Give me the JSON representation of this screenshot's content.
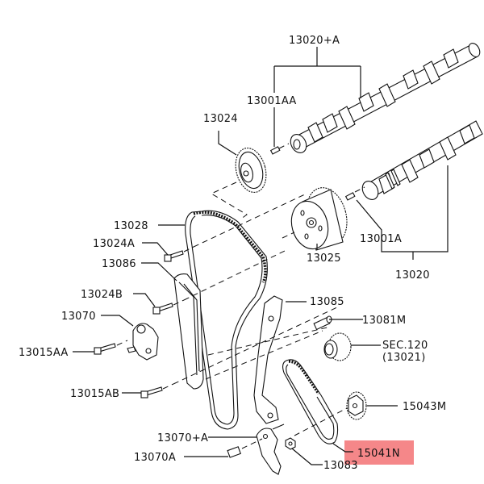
{
  "diagram": {
    "highlight_color": "#f47a7c",
    "labels": {
      "p13020A": "13020+A",
      "p13001AA": "13001AA",
      "p13024": "13024",
      "p13028": "13028",
      "p13024A": "13024A",
      "p13086": "13086",
      "p13024B": "13024B",
      "p13070": "13070",
      "p13015AA": "13015AA",
      "p13015AB": "13015AB",
      "p13025": "13025",
      "p13001A": "13001A",
      "p13020": "13020",
      "p13085": "13085",
      "p13081M": "13081M",
      "sec120": "SEC.120",
      "p13021": "(13021)",
      "p15043M": "15043M",
      "p13070A_plus": "13070+A",
      "p13070A": "13070A",
      "p15041N": "15041N",
      "p13083": "13083"
    },
    "highlighted_part": "15041N"
  }
}
